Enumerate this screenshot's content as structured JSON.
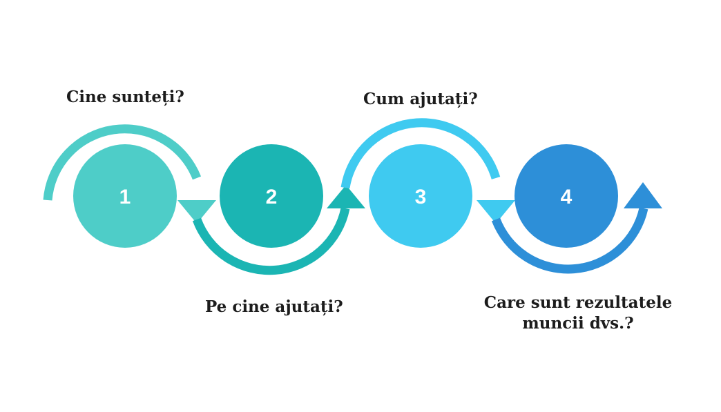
{
  "steps": [
    {
      "number": "1",
      "label": "Cine sunteți?",
      "color": "#4ecdc8"
    },
    {
      "number": "2",
      "label": "Pe cine ajutați?",
      "color": "#1bb5b3"
    },
    {
      "number": "3",
      "label": "Cum ajutați?",
      "color": "#3fcaf0"
    },
    {
      "number": "4",
      "label": "Care sunt rezultatele",
      "label_line2": "muncii dvs.?",
      "color": "#2d8fd8"
    }
  ]
}
